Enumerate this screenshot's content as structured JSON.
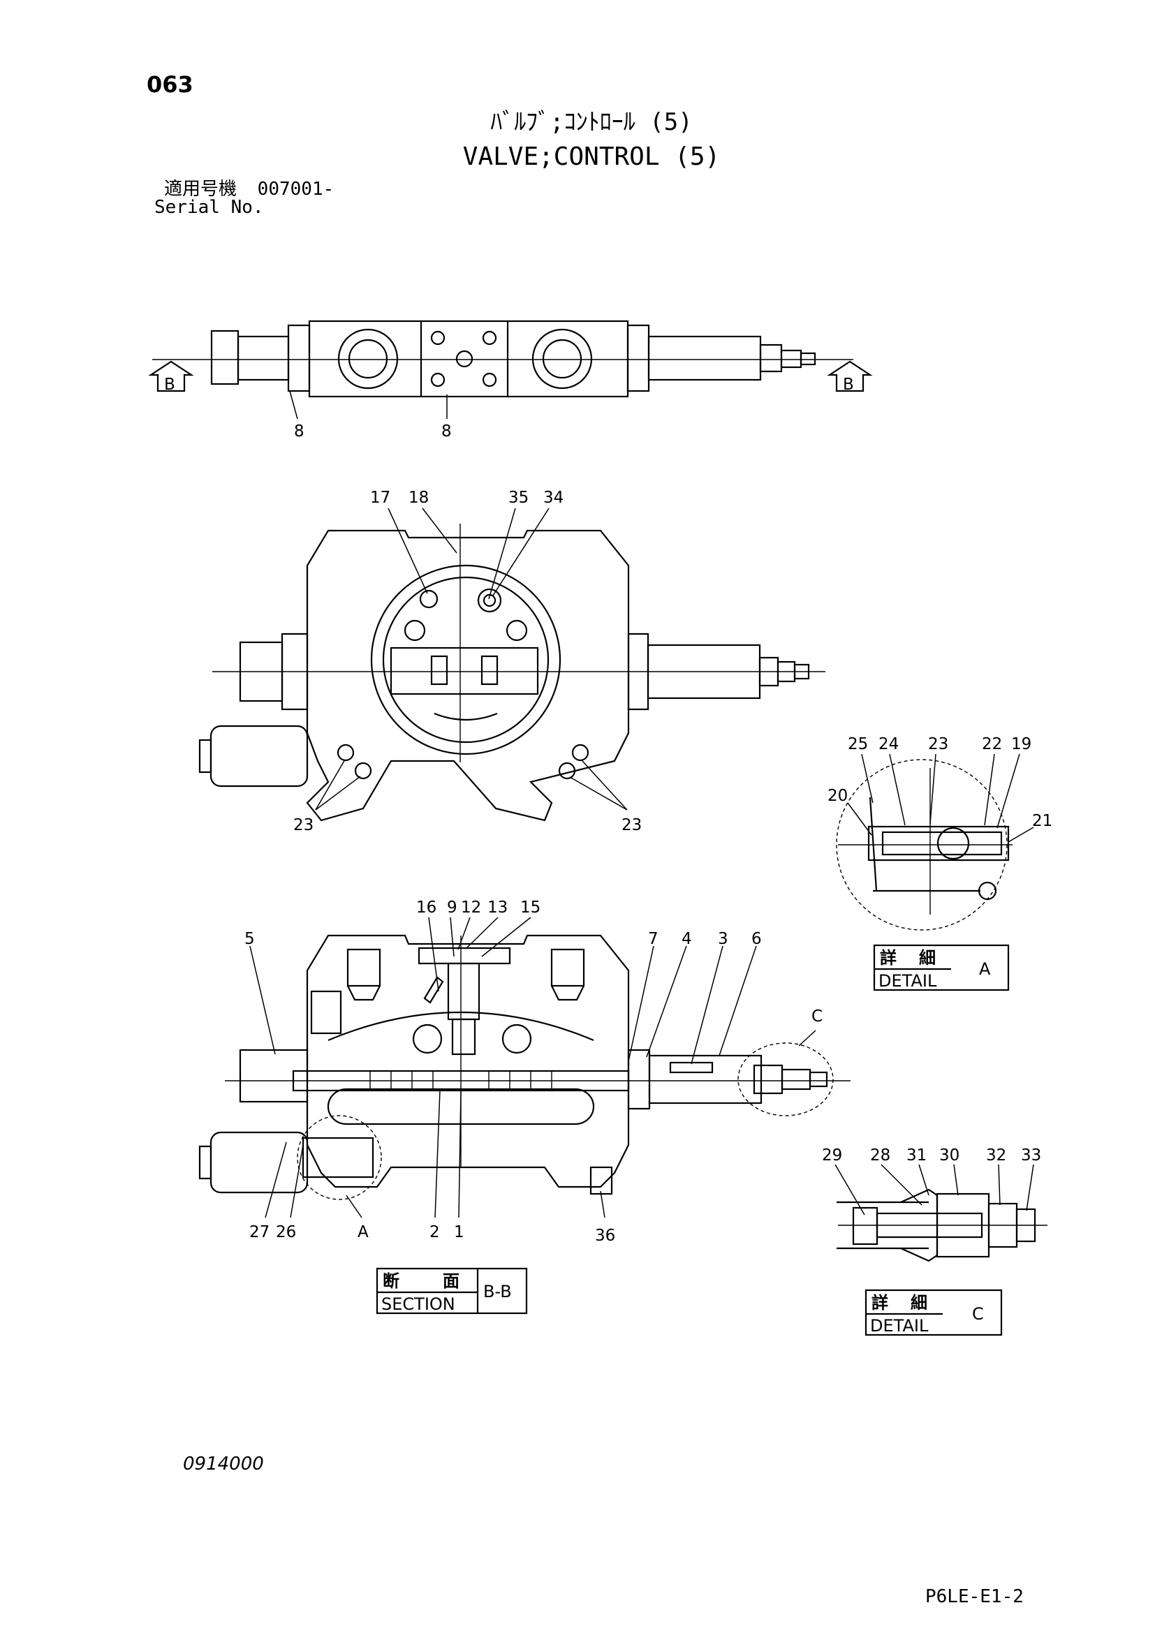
{
  "header": {
    "page_number": "063",
    "title_jp": "ﾊﾞﾙﾌﾞ;ｺﾝﾄﾛｰﾙ (5)",
    "title_en": "VALVE;CONTROL (5)",
    "serial_label_jp": "適用号機",
    "serial_value": "007001-",
    "serial_label_en": "Serial No."
  },
  "callouts": {
    "top_view": [
      "8",
      "8"
    ],
    "section_marker": "B",
    "front_view": [
      "17",
      "18",
      "35",
      "34",
      "23",
      "23"
    ],
    "section_bb": [
      "16",
      "9",
      "12",
      "13",
      "15",
      "5",
      "7",
      "4",
      "3",
      "6",
      "C",
      "27",
      "26",
      "A",
      "2",
      "1",
      "36"
    ],
    "detail_a": [
      "25",
      "24",
      "23",
      "22",
      "19",
      "20",
      "21"
    ],
    "detail_c": [
      "29",
      "28",
      "31",
      "30",
      "32",
      "33"
    ]
  },
  "labels": {
    "section_box": {
      "jp_1": "断",
      "jp_2": "面",
      "en": "SECTION",
      "id": "B-B"
    },
    "detail_a_box": {
      "jp_1": "詳",
      "jp_2": "細",
      "en": "DETAIL",
      "id": "A"
    },
    "detail_c_box": {
      "jp_1": "詳",
      "jp_2": "細",
      "en": "DETAIL",
      "id": "C"
    }
  },
  "footer": {
    "drawing_code": "0914000",
    "sheet_ref": "P6LE-E1-2"
  }
}
